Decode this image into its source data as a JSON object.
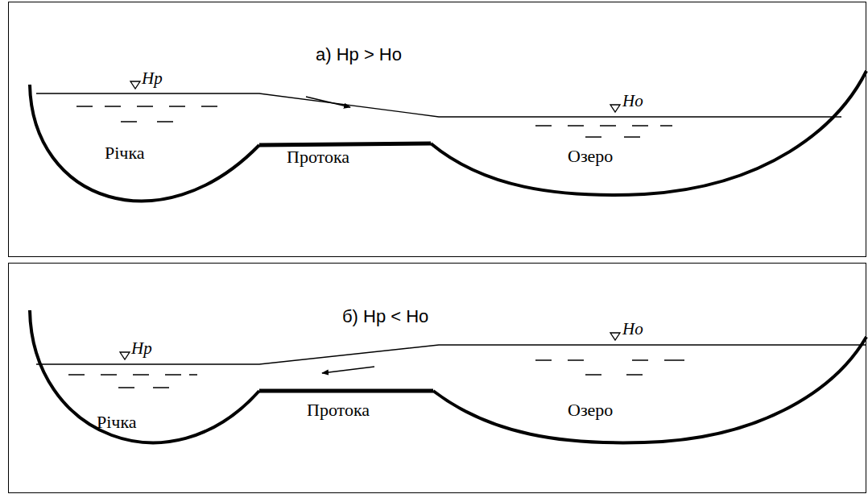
{
  "diagram": {
    "nodes": [
      {
        "text": [
          "а) Hр > Hо",
          "Hр",
          "Hо",
          "Річка",
          "Протока",
          "Озеро"
        ]
      },
      {
        "text": [
          "б) Hр < Hо",
          "Hр",
          "Hо",
          "Річка",
          "Протока",
          "Озеро"
        ]
      }
    ]
  }
}
